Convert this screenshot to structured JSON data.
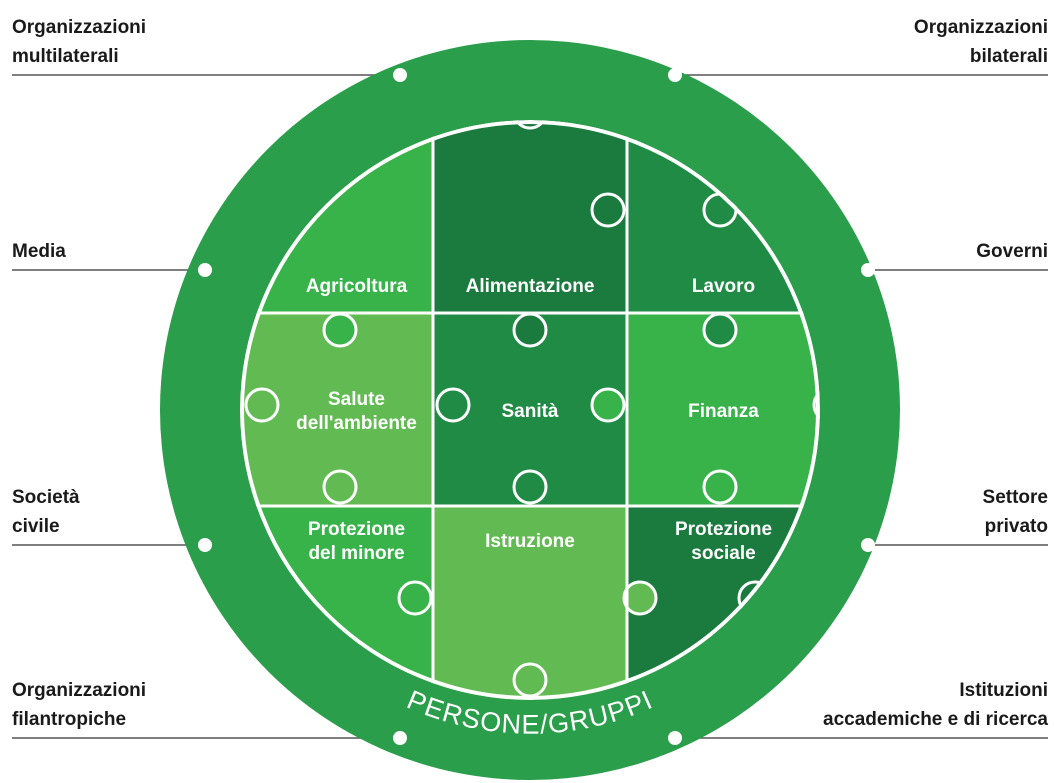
{
  "stakeholders": {
    "left": [
      {
        "lines": [
          "Organizzazioni",
          "multilaterali"
        ]
      },
      {
        "lines": [
          "Media"
        ]
      },
      {
        "lines": [
          "Società",
          "civile"
        ]
      },
      {
        "lines": [
          "Organizzazioni",
          "filantropiche"
        ]
      }
    ],
    "right": [
      {
        "lines": [
          "Organizzazioni",
          "bilaterali"
        ]
      },
      {
        "lines": [
          "Governi"
        ]
      },
      {
        "lines": [
          "Settore",
          "privato"
        ]
      },
      {
        "lines": [
          "Istituzioni",
          "accademiche e di ricerca"
        ]
      }
    ]
  },
  "sectors": [
    {
      "lines": [
        "Agricoltura"
      ],
      "color": "#37b34a"
    },
    {
      "lines": [
        "Alimentazione"
      ],
      "color": "#1b7a3e"
    },
    {
      "lines": [
        "Lavoro"
      ],
      "color": "#1f8b44"
    },
    {
      "lines": [
        "Salute",
        "dell'ambiente"
      ],
      "color": "#62bb52"
    },
    {
      "lines": [
        "Sanità"
      ],
      "color": "#1f8b44"
    },
    {
      "lines": [
        "Finanza"
      ],
      "color": "#37b34a"
    },
    {
      "lines": [
        "Protezione",
        "del minore"
      ],
      "color": "#37b34a"
    },
    {
      "lines": [
        "Istruzione"
      ],
      "color": "#62bb52"
    },
    {
      "lines": [
        "Protezione",
        "sociale"
      ],
      "color": "#1b7a3e"
    }
  ],
  "ring": {
    "label": "PERSONE/GRUPPI",
    "color": "#2a9e4b"
  },
  "colors": {
    "line": "#555555",
    "outline": "#ffffff"
  }
}
